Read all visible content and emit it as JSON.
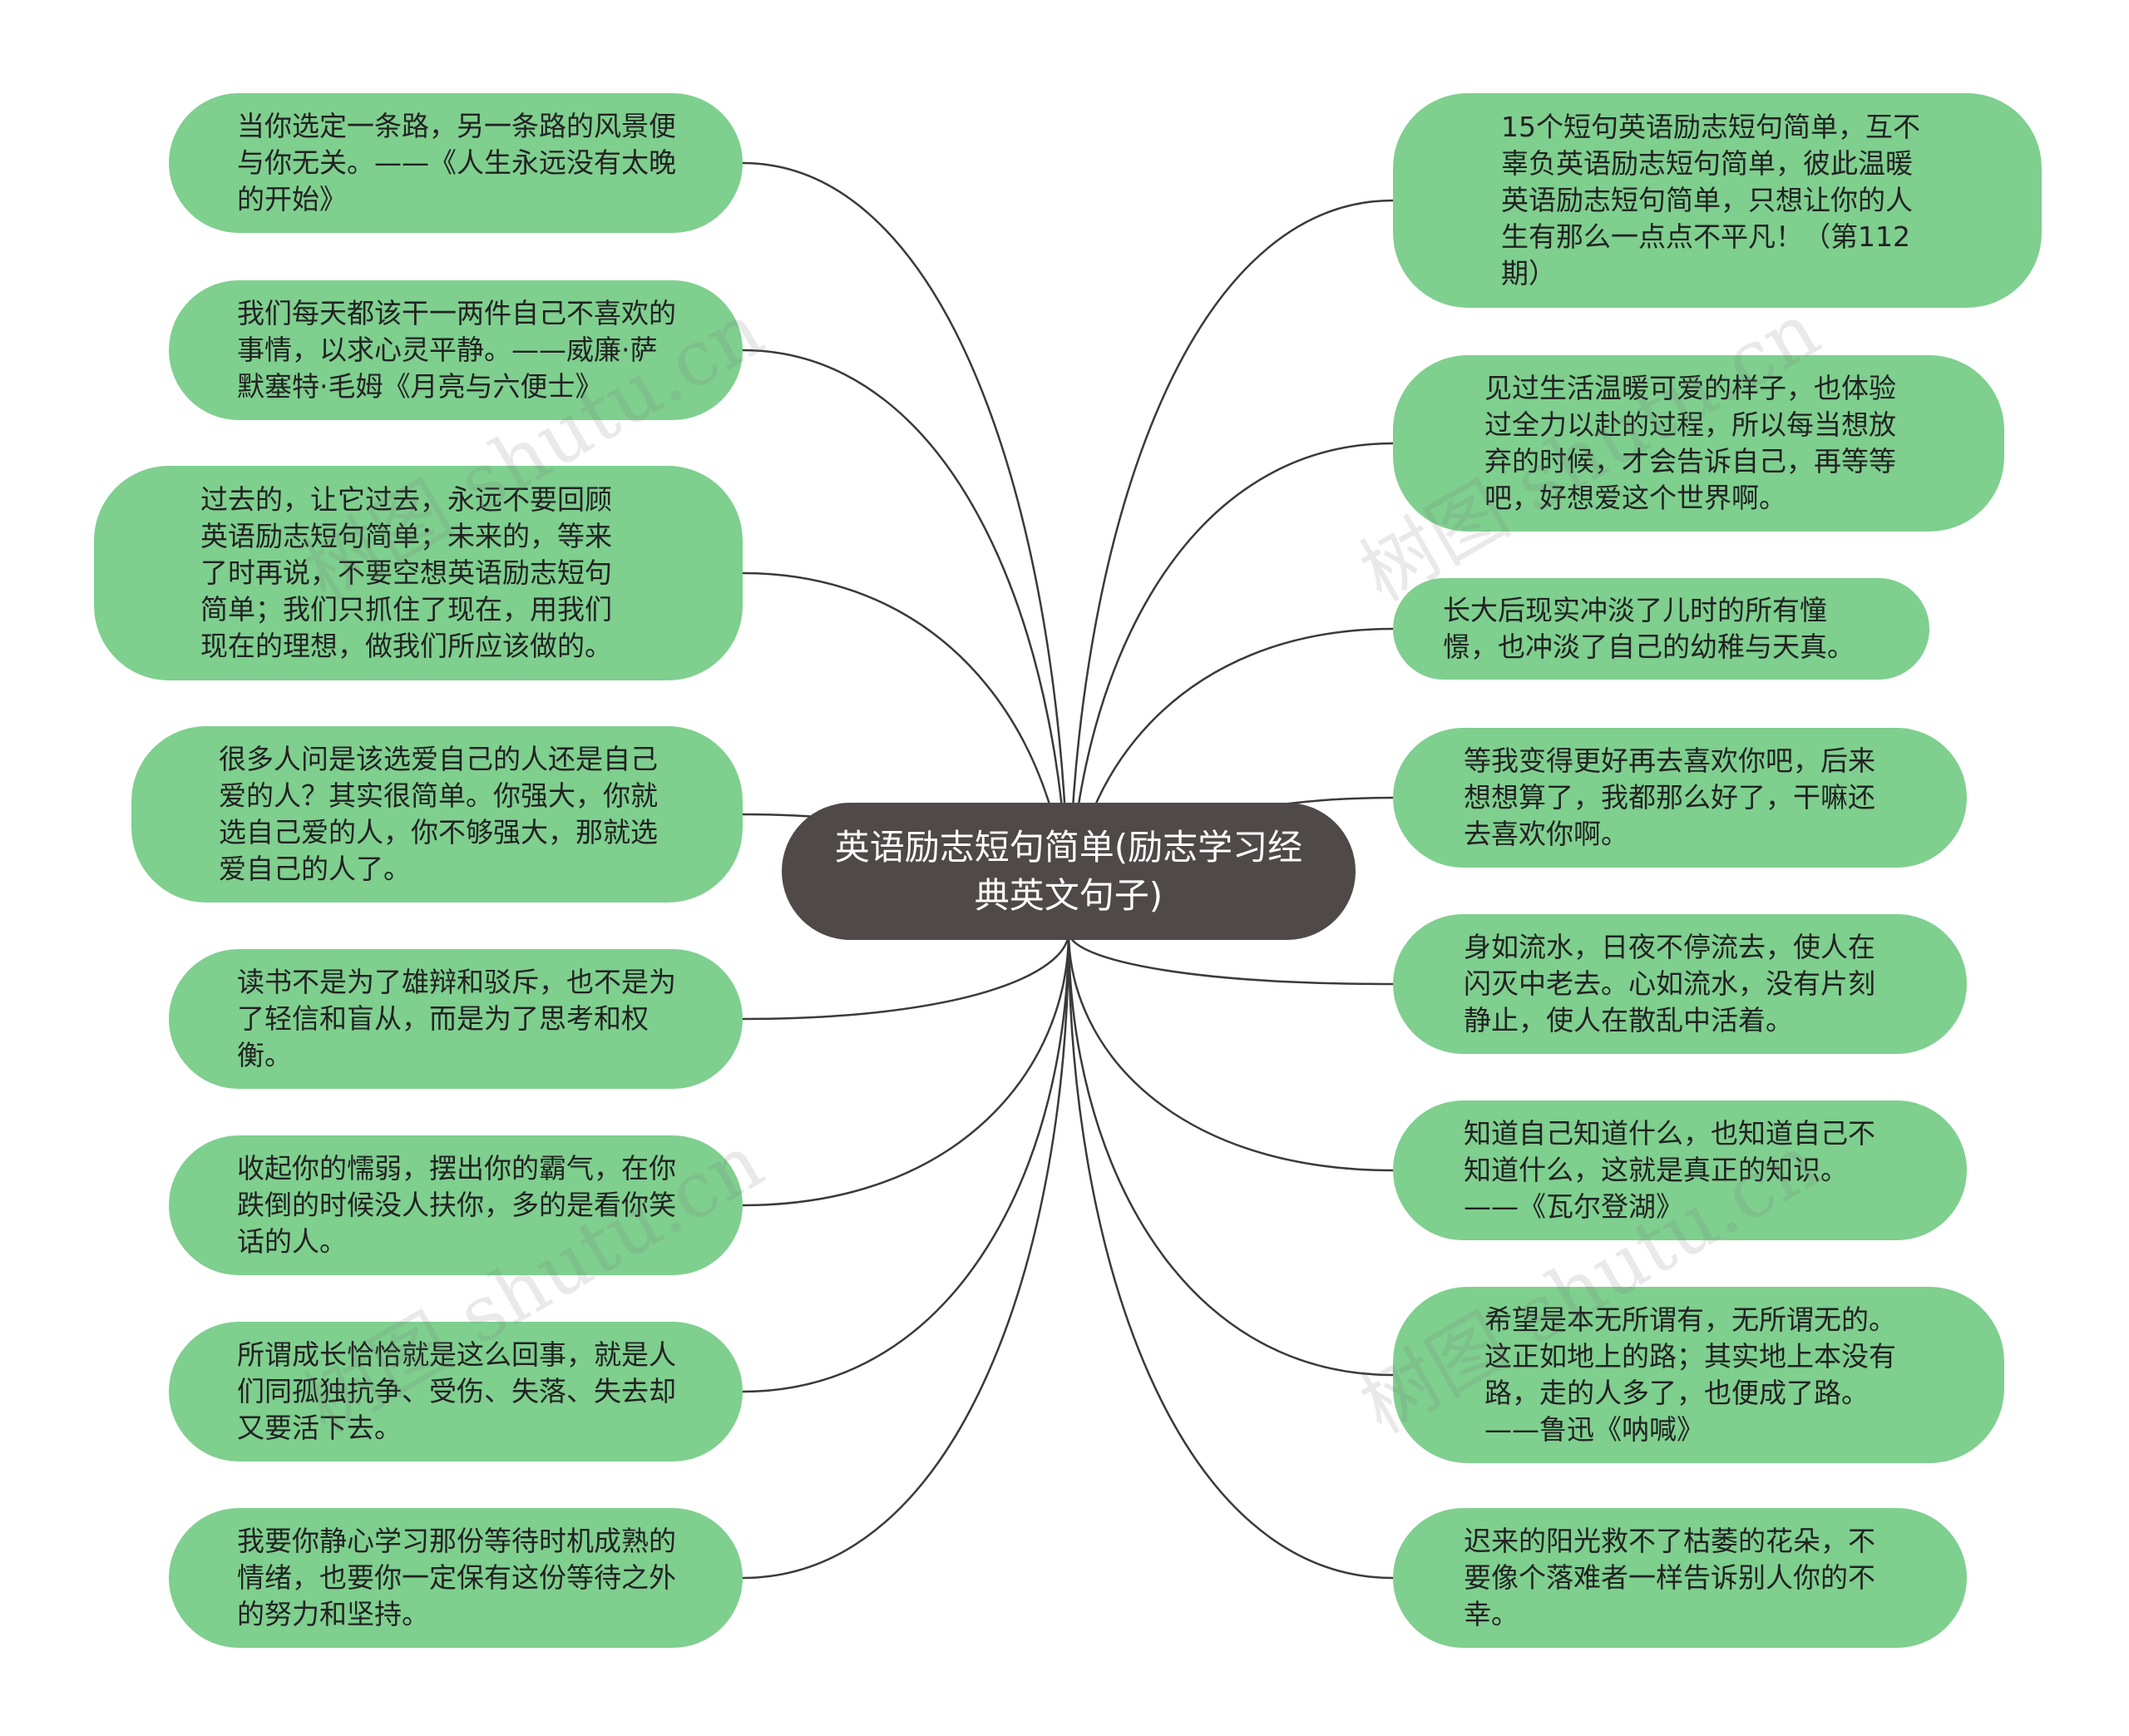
{
  "central_topic": "英语励志短句简单(励志学习经典英文句子)",
  "left_nodes": [
    "当你选定一条路，另一条路的风景便与你无关。——《人生永远没有太晚的开始》",
    "我们每天都该干一两件自己不喜欢的事情，以求心灵平静。——威廉·萨默塞特·毛姆《月亮与六便士》",
    "过去的，让它过去，永远不要回顾英语励志短句简单；未来的，等来了时再说，不要空想英语励志短句简单；我们只抓住了现在，用我们现在的理想，做我们所应该做的。",
    "很多人问是该选爱自己的人还是自己爱的人？其实很简单。你强大，你就选自己爱的人，你不够强大，那就选爱自己的人了。",
    "读书不是为了雄辩和驳斥，也不是为了轻信和盲从，而是为了思考和权衡。",
    "收起你的懦弱，摆出你的霸气，在你跌倒的时候没人扶你，多的是看你笑话的人。",
    "所谓成长恰恰就是这么回事，就是人们同孤独抗争、受伤、失落、失去却又要活下去。",
    "我要你静心学习那份等待时机成熟的情绪，也要你一定保有这份等待之外的努力和坚持。"
  ],
  "right_nodes": [
    "15个短句英语励志短句简单，互不辜负英语励志短句简单，彼此温暖英语励志短句简单，只想让你的人生有那么一点点不平凡！（第112期）",
    "见过生活温暖可爱的样子，也体验过全力以赴的过程，所以每当想放弃的时候，才会告诉自己，再等等吧，好想爱这个世界啊。",
    "长大后现实冲淡了儿时的所有憧憬，也冲淡了自己的幼稚与天真。",
    "等我变得更好再去喜欢你吧，后来想想算了，我都那么好了，干嘛还去喜欢你啊。",
    "身如流水，日夜不停流去，使人在闪灭中老去。心如流水，没有片刻静止，使人在散乱中活着。",
    "知道自己知道什么，也知道自己不知道什么，这就是真正的知识。——《瓦尔登湖》",
    "希望是本无所谓有，无所谓无的。这正如地上的路；其实地上本没有路，走的人多了，也便成了路。——鲁迅《呐喊》",
    "迟来的阳光救不了枯萎的花朵，不要像个落难者一样告诉别人你的不幸。"
  ],
  "watermark": "树图 shutu.cn",
  "colors": {
    "node_fill": "#7fcf8f",
    "center_fill": "#4f4948",
    "line": "#3a3a3a"
  }
}
